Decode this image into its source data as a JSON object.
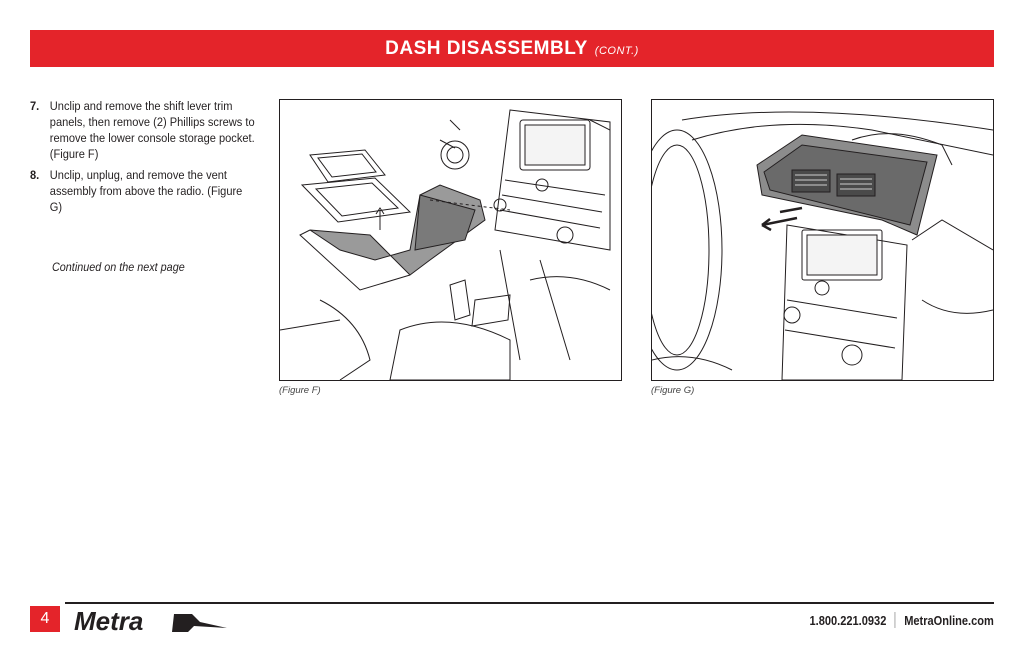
{
  "header": {
    "title": "DASH DISASSEMBLY",
    "subtitle": "(CONT.)"
  },
  "steps": [
    {
      "number": "7.",
      "text": "Unclip and remove the shift lever trim panels, then remove (2) Phillips screws to remove the lower console storage pocket. (Figure F)"
    },
    {
      "number": "8.",
      "text": "Unclip, unplug, and remove the vent assembly from above the radio. (Figure G)"
    }
  ],
  "continued": "Continued on the next page",
  "figures": [
    {
      "caption": "(Figure F)",
      "icon": "console-removal-illustration"
    },
    {
      "caption": "(Figure G)",
      "icon": "vent-removal-illustration"
    }
  ],
  "footer": {
    "page_number": "4",
    "brand": "Metra",
    "phone": "1.800.221.0932",
    "website": "MetraOnline.com"
  },
  "colors": {
    "accent": "#e4242a",
    "text": "#231f20"
  }
}
